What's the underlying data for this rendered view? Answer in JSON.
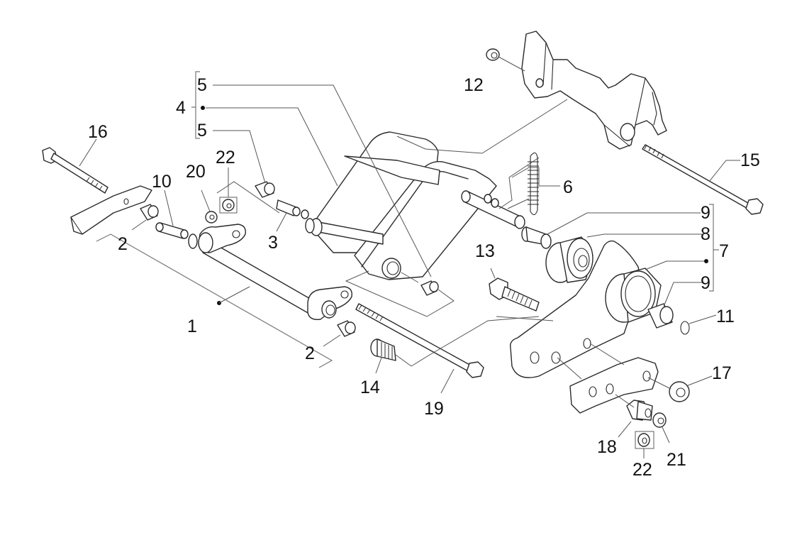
{
  "diagram": {
    "title": "Swing arm exploded parts diagram",
    "callouts": [
      {
        "id": "c1",
        "label": "1",
        "part": "swing-arm-assembly"
      },
      {
        "id": "c2a",
        "label": "2",
        "part": "needle-bearing-left"
      },
      {
        "id": "c2b",
        "label": "2",
        "part": "needle-bearing-right"
      },
      {
        "id": "c3",
        "label": "3",
        "part": "spacer-bushing"
      },
      {
        "id": "c4",
        "label": "4",
        "part": "swing-arm-link-assembly"
      },
      {
        "id": "c5a",
        "label": "5",
        "part": "needle-bearing-upper"
      },
      {
        "id": "c5b",
        "label": "5",
        "part": "needle-bearing-lower"
      },
      {
        "id": "c6",
        "label": "6",
        "part": "return-spring"
      },
      {
        "id": "c7",
        "label": "7",
        "part": "silent-block-assembly"
      },
      {
        "id": "c8",
        "label": "8",
        "part": "silent-block"
      },
      {
        "id": "c9a",
        "label": "9",
        "part": "bushing-upper"
      },
      {
        "id": "c9b",
        "label": "9",
        "part": "bushing-lower"
      },
      {
        "id": "c10",
        "label": "10",
        "part": "spacer-tube"
      },
      {
        "id": "c11",
        "label": "11",
        "part": "circlip"
      },
      {
        "id": "c12",
        "label": "12",
        "part": "self-locking-nut"
      },
      {
        "id": "c13",
        "label": "13",
        "part": "hex-bolt"
      },
      {
        "id": "c14",
        "label": "14",
        "part": "threaded-bushing"
      },
      {
        "id": "c15",
        "label": "15",
        "part": "long-bolt-right"
      },
      {
        "id": "c16",
        "label": "16",
        "part": "long-bolt-left"
      },
      {
        "id": "c17",
        "label": "17",
        "part": "flange-nut"
      },
      {
        "id": "c18",
        "label": "18",
        "part": "spacer-nut"
      },
      {
        "id": "c19",
        "label": "19",
        "part": "through-bolt"
      },
      {
        "id": "c20",
        "label": "20",
        "part": "nut-left"
      },
      {
        "id": "c21",
        "label": "21",
        "part": "nut-right"
      },
      {
        "id": "c22a",
        "label": "22",
        "part": "cap-nut-left"
      },
      {
        "id": "c22b",
        "label": "22",
        "part": "cap-nut-right"
      }
    ]
  }
}
